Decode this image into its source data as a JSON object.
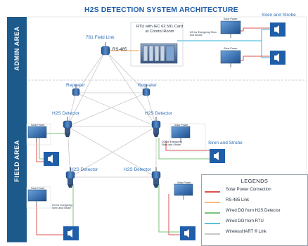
{
  "title": "H2S DETECTION SYSTEM ARCHITECTURE",
  "zones": {
    "admin": "ADMIN AREA",
    "field": "FIELD AREA"
  },
  "labels": {
    "field_link": "781 Field Link",
    "rs485": "RS-485",
    "rtu": "RTU with IEC 62 591 Card at Control Room",
    "do_rtu": "DO for Energizing Siren and Strobe",
    "siren_top": "Siren and Strobe",
    "siren_field": "Siren and Strobe",
    "repeater_left": "Repeater",
    "repeater_right": "Repeater",
    "detector_1": "H2S Detector",
    "detector_2": "H2S Detector",
    "detector_3": "H2S Detector",
    "detector_4": "H2S Detector",
    "do_detector_right": "DO for Energizing Siren and Strobe",
    "do_detector_left": "DO for Energizing Siren and Strobe",
    "solar_panel": "Solar Power"
  },
  "legend": {
    "title": "LEGENDS",
    "items": [
      {
        "label": "Solar Power Connection",
        "color": "#d9534f"
      },
      {
        "label": "RS-485 Link",
        "color": "#f5b97a"
      },
      {
        "label": "Wired DO from H2S Detector",
        "color": "#7cc47a"
      },
      {
        "label": "Wired DO from RTU",
        "color": "#5bc0de"
      },
      {
        "label": "WirelessHART ® Link",
        "color": "#c8c8c8"
      }
    ]
  },
  "colors": {
    "zone_band": "#1c5a8c",
    "label_blue": "#2b6cb4",
    "solar": "#d9534f",
    "rs485": "#f5b97a",
    "do_detector": "#7cc47a",
    "do_rtu": "#5bc0de",
    "wireless": "#c8c8c8",
    "siren_box": "#1f5ea8"
  }
}
